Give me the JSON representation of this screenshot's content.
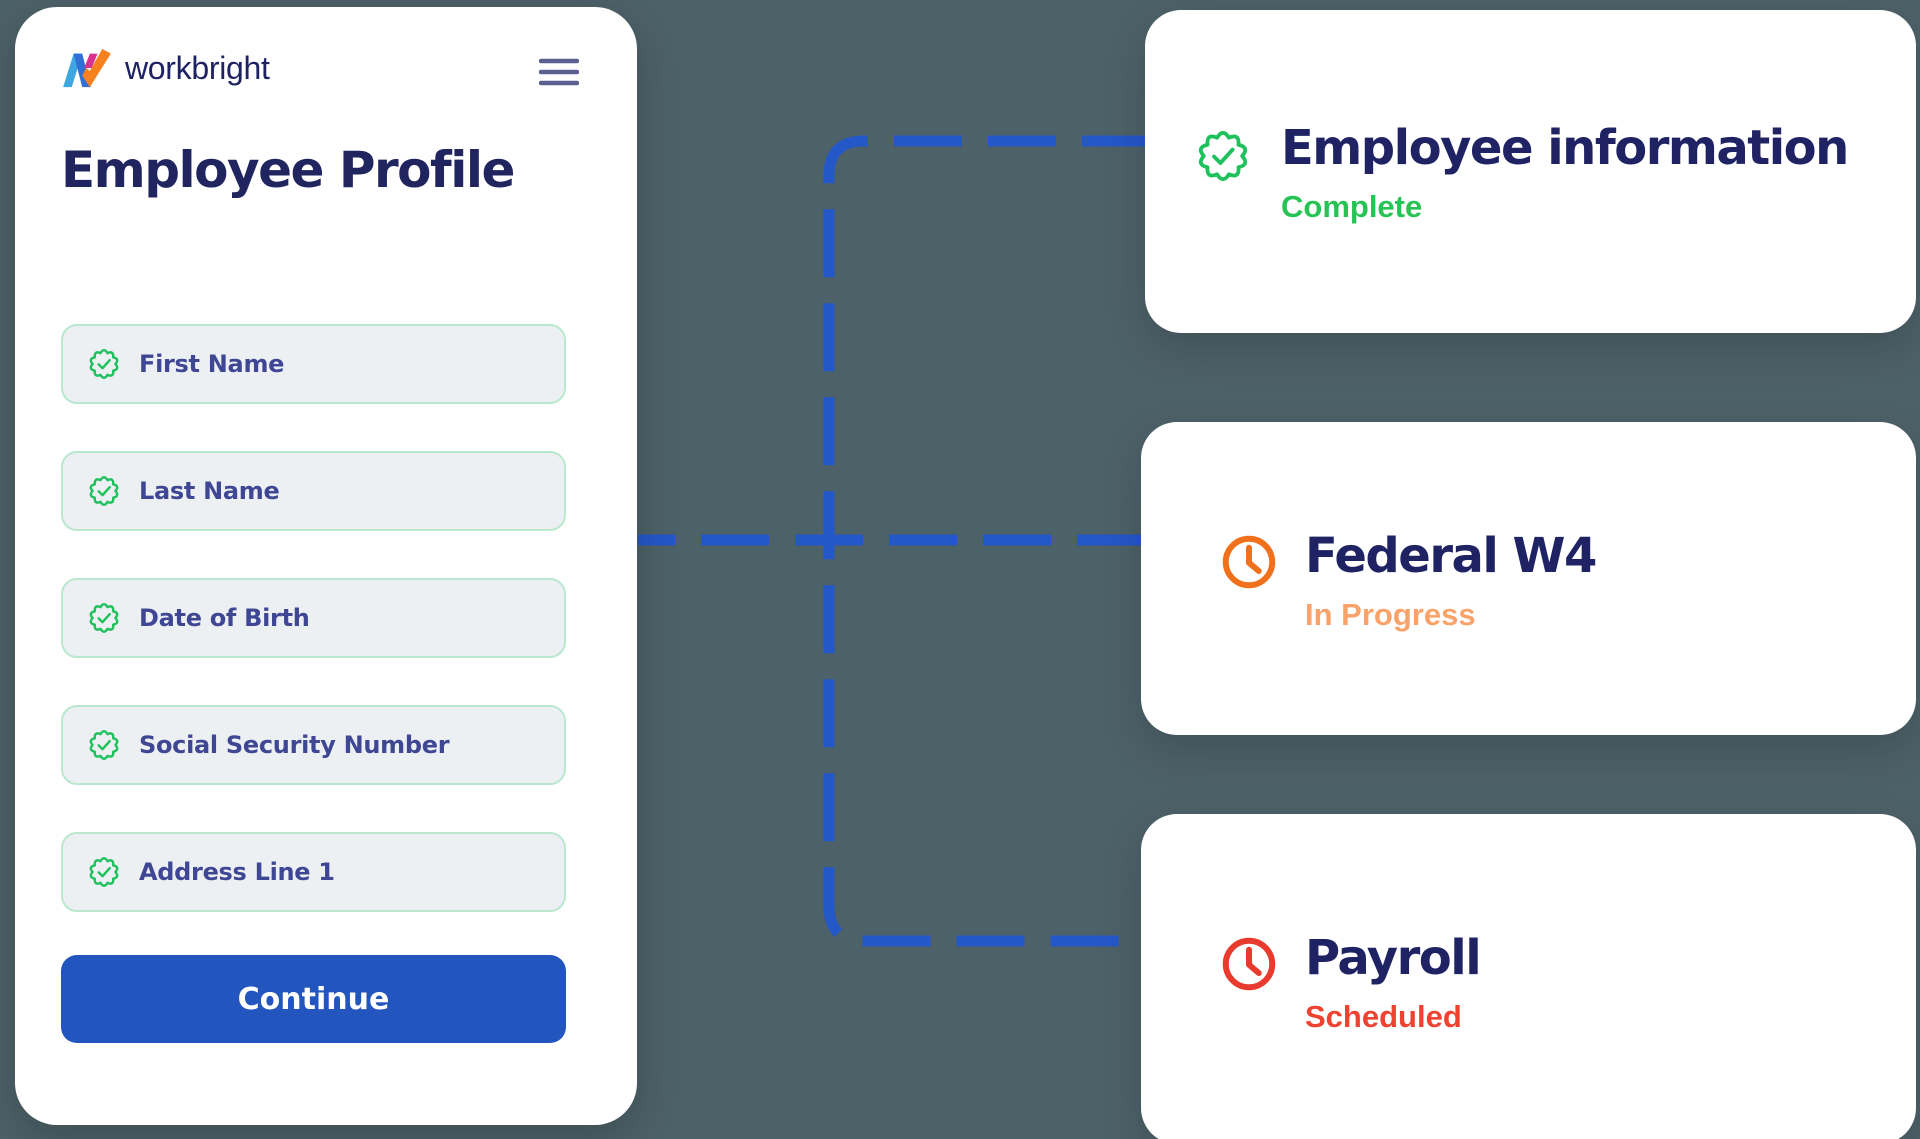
{
  "colors": {
    "background": "#4D6168",
    "connector_blue": "#2457C8",
    "button_blue": "#2355BE",
    "heading_navy": "#1F2363",
    "label_indigo": "#3F4795",
    "field_bg": "#EDF0F3",
    "field_border": "#B9E8CF",
    "badge_green": "#1EC15B",
    "hamburger": "#5A6090",
    "logo_navy": "#1E2263",
    "logo_light_blue": "#3EA6E0",
    "logo_blue": "#2F6FD6",
    "logo_pink": "#D93190",
    "logo_orange": "#F5821F"
  },
  "phone": {
    "logo_text": "workbright",
    "logo_icon": "workbright-w-mark",
    "menu_icon": "hamburger-menu",
    "title": "Employee Profile",
    "fields": [
      {
        "label": "First Name",
        "icon": "check-badge"
      },
      {
        "label": "Last Name",
        "icon": "check-badge"
      },
      {
        "label": "Date of Birth",
        "icon": "check-badge"
      },
      {
        "label": "Social Security Number",
        "icon": "check-badge"
      },
      {
        "label": "Address Line 1",
        "icon": "check-badge"
      }
    ],
    "continue_label": "Continue"
  },
  "status_cards": [
    {
      "title": "Employee information",
      "status": "Complete",
      "icon": "check-badge",
      "icon_color": "#1EC15B",
      "status_color": "#27C455"
    },
    {
      "title": "Federal W4",
      "status": "In Progress",
      "icon": "clock",
      "icon_color": "#F0701B",
      "status_color": "#F9A269"
    },
    {
      "title": "Payroll",
      "status": "Scheduled",
      "icon": "clock",
      "icon_color": "#E93B2D",
      "status_color": "#EE4330"
    }
  ],
  "connector": {
    "style": "dashed",
    "color": "#2457C8"
  }
}
